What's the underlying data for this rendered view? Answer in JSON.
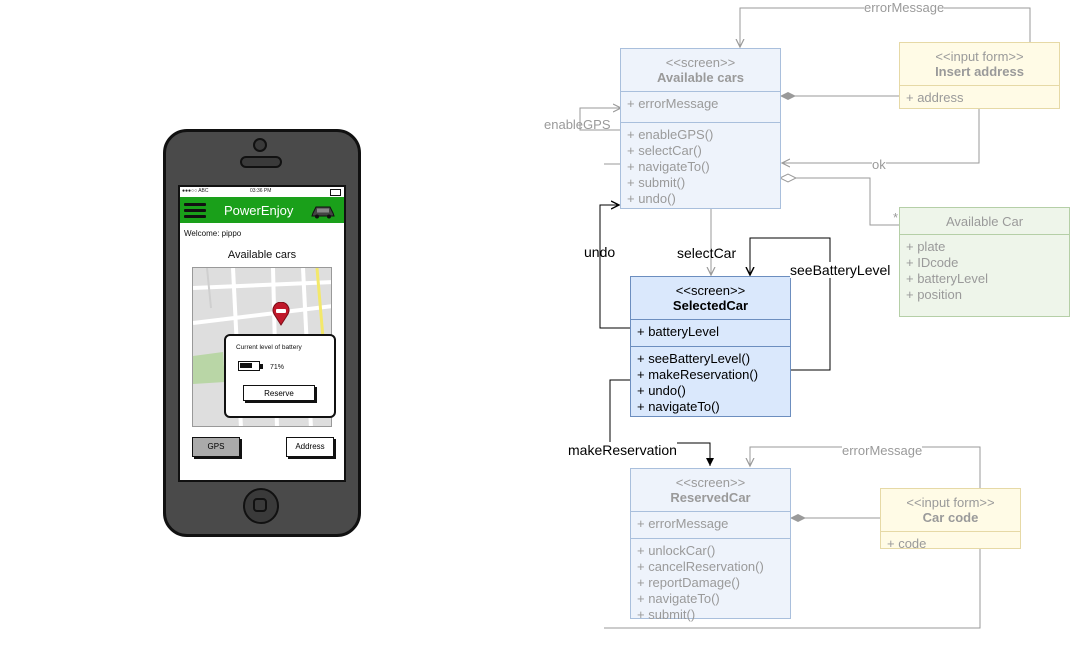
{
  "phone": {
    "status_left": "●●●○○ ABC",
    "status_time": "03:36 PM",
    "app_title": "PowerEnjoy",
    "welcome": "Welcome: pippo",
    "screen_title": "Available cars",
    "popup_label": "Current level of battery",
    "battery_percent": "71%",
    "battery_level": 0.71,
    "reserve_label": "Reserve",
    "gps_label": "GPS",
    "address_label": "Address"
  },
  "colors": {
    "app_bar": "#1aa01a",
    "screen_box_fill": "#dae8fc",
    "screen_box_border": "#6c8ebf",
    "input_form_fill": "#fff2cc",
    "entity_fill": "#d5e8d4",
    "marker": "#c0182a"
  },
  "diagram": {
    "available_cars": {
      "stereotype": "<<screen>>",
      "name": "Available cars",
      "attributes": [
        "+ errorMessage"
      ],
      "methods": [
        "+ enableGPS()",
        "+ selectCar()",
        "+ navigateTo()",
        "+ submit()",
        "+ undo()"
      ]
    },
    "insert_address": {
      "stereotype": "<<input form>>",
      "name": "Insert address",
      "attributes": [
        "+ address"
      ]
    },
    "available_car": {
      "name": "Available Car",
      "attributes": [
        "+ plate",
        "+ IDcode",
        "+ batteryLevel",
        "+ position"
      ]
    },
    "selected_car": {
      "stereotype": "<<screen>>",
      "name": "SelectedCar",
      "attributes": [
        "+ batteryLevel"
      ],
      "methods": [
        "+ seeBatteryLevel()",
        "+ makeReservation()",
        "+ undo()",
        "+ navigateTo()"
      ]
    },
    "reserved_car": {
      "stereotype": "<<screen>>",
      "name": "ReservedCar",
      "attributes": [
        "+ errorMessage"
      ],
      "methods": [
        "+ unlockCar()",
        "+ cancelReservation()",
        "+ reportDamage()",
        "+ navigateTo()",
        "+ submit()"
      ]
    },
    "car_code": {
      "stereotype": "<<input form>>",
      "name": "Car code",
      "attributes": [
        "+ code"
      ]
    },
    "edge_labels": {
      "error_top": "errorMessage",
      "enable_gps": "enableGPS",
      "ok": "ok",
      "multiplicity": "*",
      "undo": "undo",
      "select_car": "selectCar",
      "see_battery": "seeBatteryLevel",
      "make_reservation": "makeReservation",
      "error_bottom": "errorMessage"
    }
  }
}
